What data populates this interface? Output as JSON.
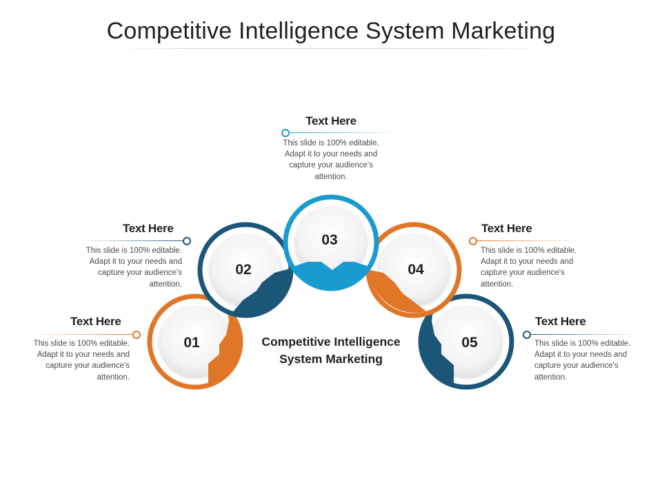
{
  "title": "Competitive Intelligence System Marketing",
  "center_label": "Competitive Intelligence System Marketing",
  "colors": {
    "orange": "#e07627",
    "navy": "#1b5577",
    "blue": "#1a9bd0"
  },
  "steps": [
    {
      "number": "01",
      "heading": "Text Here",
      "body": "This slide is 100% editable. Adapt it to your needs and capture your audience's attention.",
      "color": "#e07627"
    },
    {
      "number": "02",
      "heading": "Text Here",
      "body": "This slide is 100% editable. Adapt it to your needs and capture your audience's attention.",
      "color": "#1b5577"
    },
    {
      "number": "03",
      "heading": "Text Here",
      "body": "This slide is 100% editable. Adapt it to your needs and capture your audience's attention.",
      "color": "#1a9bd0"
    },
    {
      "number": "04",
      "heading": "Text Here",
      "body": "This slide is 100% editable. Adapt it to your needs and capture your audience's attention.",
      "color": "#e07627"
    },
    {
      "number": "05",
      "heading": "Text Here",
      "body": "This slide is 100% editable. Adapt it to your needs and capture your audience's attention.",
      "color": "#1b5577"
    }
  ]
}
